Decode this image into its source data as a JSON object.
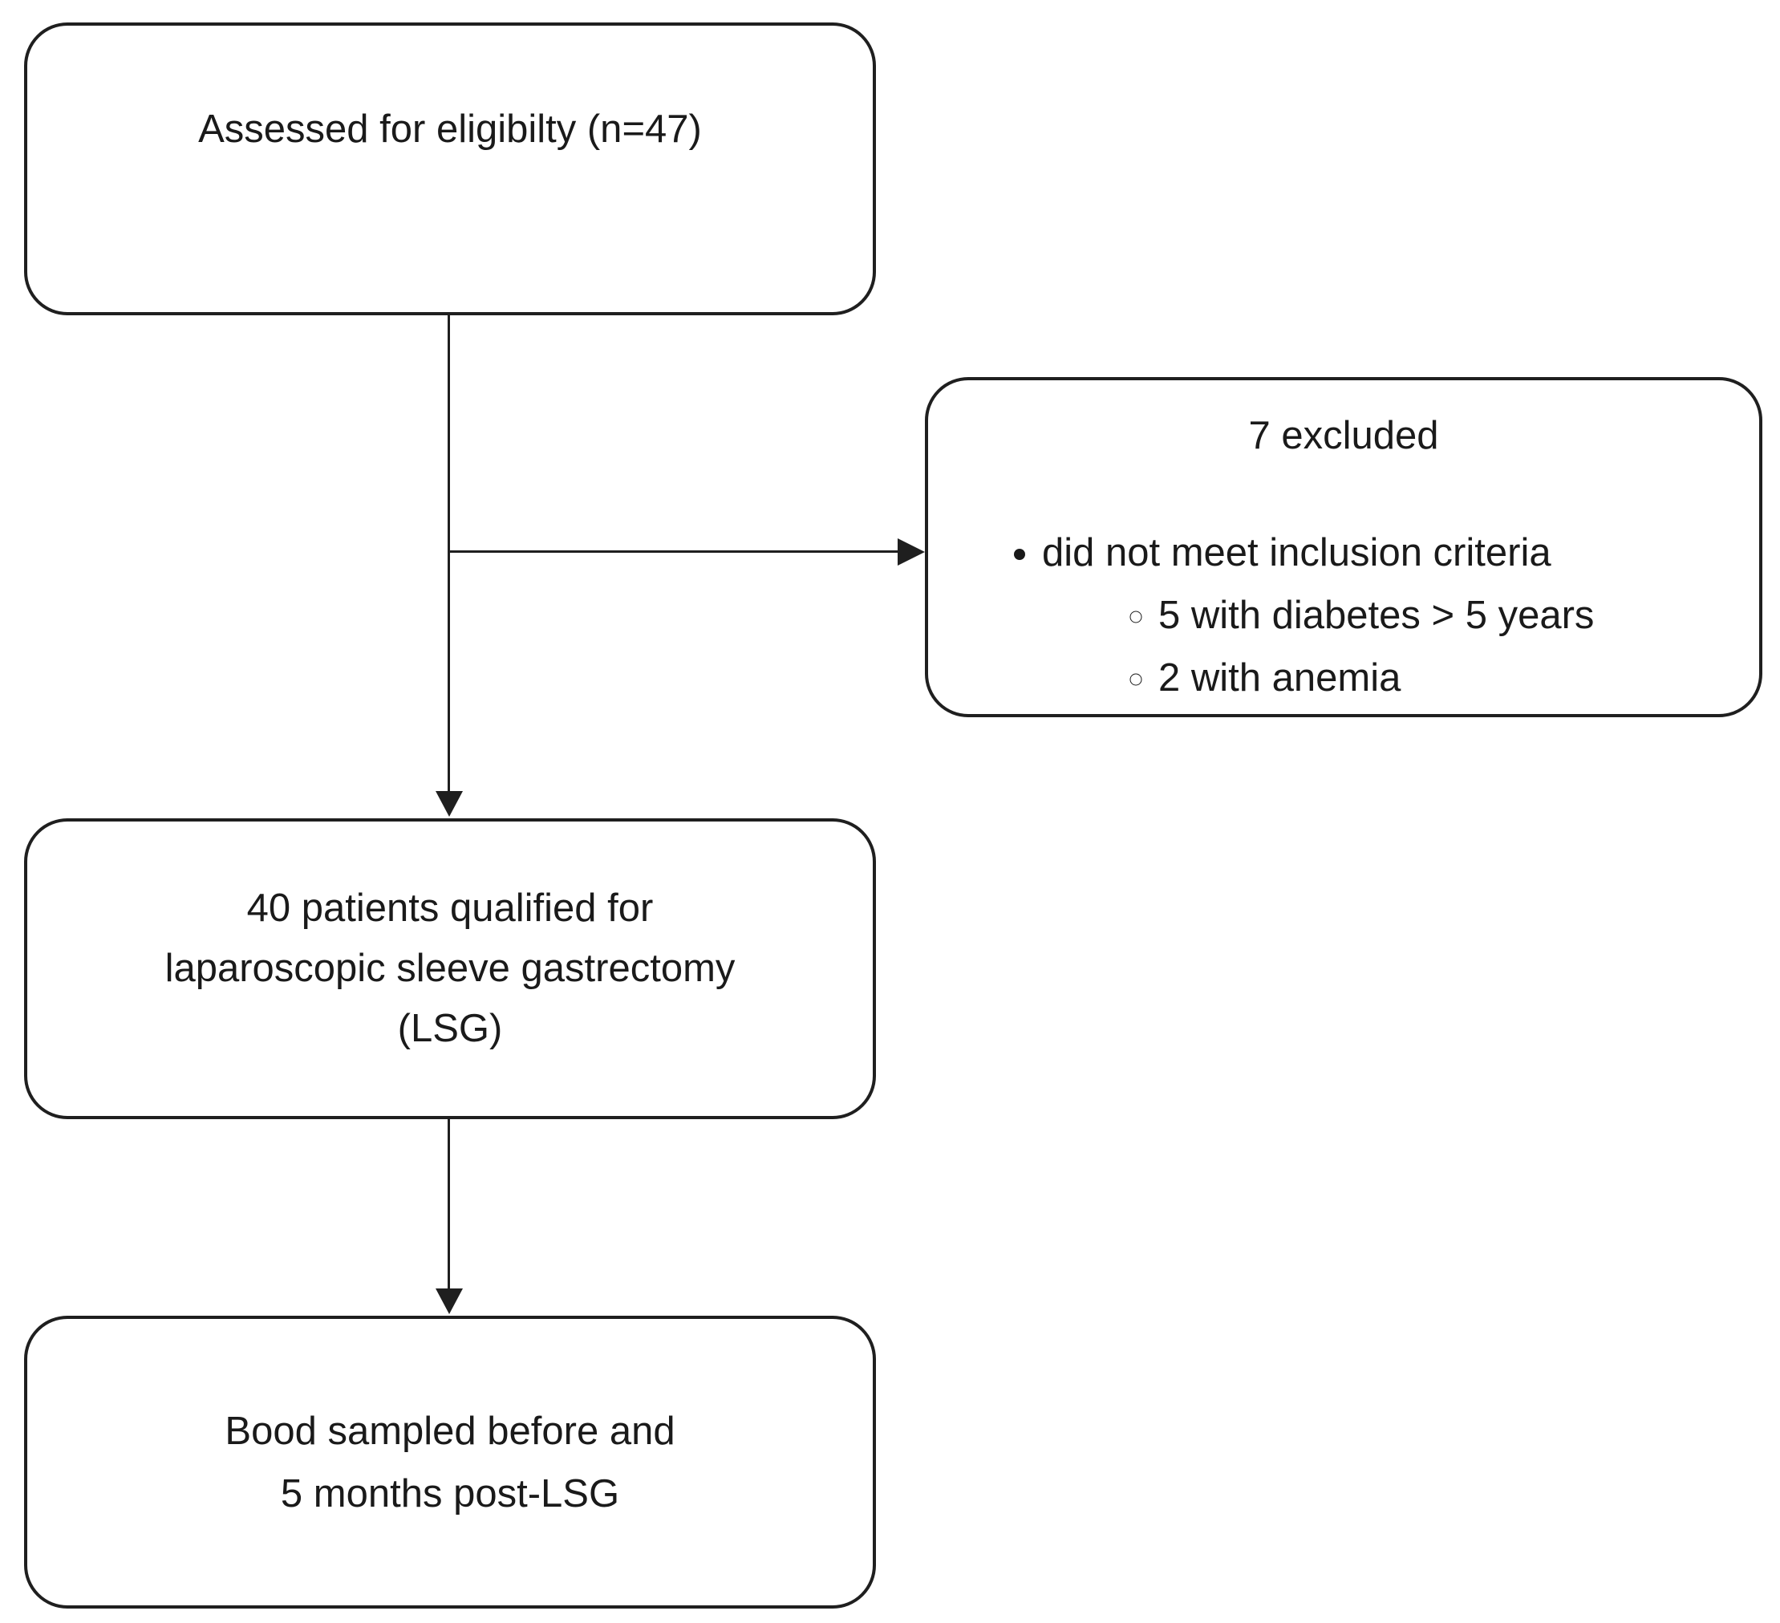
{
  "colors": {
    "line": "#1f1f1f",
    "text": "#1a1a1a",
    "background": "#ffffff"
  },
  "boxes": {
    "assessed": {
      "text": "Assessed for eligibilty (n=47)"
    },
    "excluded": {
      "title": "7 excluded",
      "reason": "did not meet inclusion criteria",
      "details": [
        "5 with diabetes > 5 years",
        "2 with anemia"
      ]
    },
    "qualified": {
      "lines": [
        "40 patients qualified for",
        "laparoscopic sleeve gastrectomy",
        "(LSG)"
      ]
    },
    "sampled": {
      "lines": [
        "Bood sampled before and",
        "5 months post-LSG"
      ]
    }
  }
}
